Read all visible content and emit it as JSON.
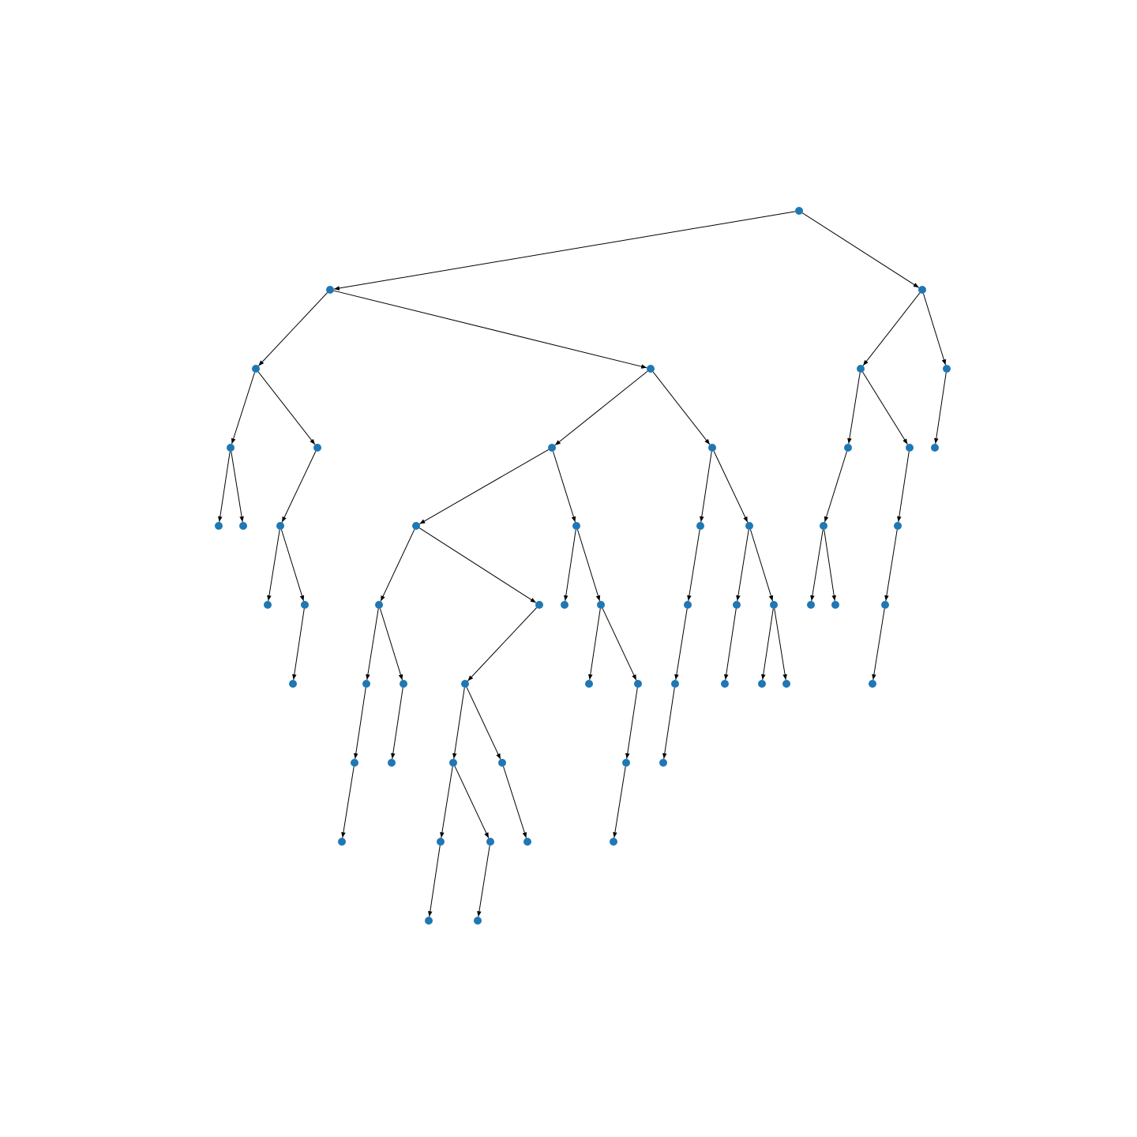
{
  "diagram": {
    "type": "directed-tree",
    "node_color": "#1f77b4",
    "edge_color": "#000000",
    "root": "n0",
    "nodes": [
      "n0",
      "n1",
      "n2",
      "n3",
      "n4",
      "n5",
      "n6",
      "n7",
      "n8",
      "n9",
      "n10",
      "n11",
      "n12",
      "n13",
      "n14",
      "n15",
      "n16",
      "n17",
      "n18",
      "n19",
      "n20",
      "n21",
      "n22",
      "n23",
      "n24",
      "n25",
      "n26",
      "n27",
      "n28",
      "n29",
      "n30",
      "n31",
      "n32",
      "n33",
      "n34",
      "n35",
      "n36",
      "n37",
      "n38",
      "n39",
      "n40",
      "n41",
      "n42",
      "n43",
      "n44",
      "n45",
      "n46",
      "n47",
      "n48",
      "n49",
      "n50",
      "n51",
      "n52",
      "n53",
      "n54",
      "n55",
      "n56",
      "n57",
      "n58"
    ],
    "edges": [
      [
        "n0",
        "n1"
      ],
      [
        "n0",
        "n2"
      ],
      [
        "n1",
        "n3"
      ],
      [
        "n1",
        "n4"
      ],
      [
        "n2",
        "n5"
      ],
      [
        "n2",
        "n6"
      ],
      [
        "n3",
        "n7"
      ],
      [
        "n3",
        "n8"
      ],
      [
        "n4",
        "n9"
      ],
      [
        "n4",
        "n10"
      ],
      [
        "n5",
        "n11"
      ],
      [
        "n5",
        "n12"
      ],
      [
        "n6",
        "n13"
      ],
      [
        "n7",
        "n14"
      ],
      [
        "n7",
        "n15"
      ],
      [
        "n8",
        "n16"
      ],
      [
        "n9",
        "n17"
      ],
      [
        "n9",
        "n18"
      ],
      [
        "n10",
        "n19"
      ],
      [
        "n10",
        "n20"
      ],
      [
        "n11",
        "n21"
      ],
      [
        "n12",
        "n22"
      ],
      [
        "n16",
        "n23"
      ],
      [
        "n16",
        "n24"
      ],
      [
        "n17",
        "n25"
      ],
      [
        "n17",
        "n26"
      ],
      [
        "n18",
        "n27"
      ],
      [
        "n18",
        "n28"
      ],
      [
        "n19",
        "n29"
      ],
      [
        "n20",
        "n30"
      ],
      [
        "n20",
        "n31"
      ],
      [
        "n21",
        "n32"
      ],
      [
        "n21",
        "n33"
      ],
      [
        "n22",
        "n34"
      ],
      [
        "n24",
        "n35"
      ],
      [
        "n25",
        "n36"
      ],
      [
        "n25",
        "n37"
      ],
      [
        "n26",
        "n38"
      ],
      [
        "n28",
        "n39"
      ],
      [
        "n28",
        "n40"
      ],
      [
        "n29",
        "n41"
      ],
      [
        "n30",
        "n42"
      ],
      [
        "n31",
        "n43"
      ],
      [
        "n31",
        "n44"
      ],
      [
        "n34",
        "n45"
      ],
      [
        "n36",
        "n46"
      ],
      [
        "n37",
        "n47"
      ],
      [
        "n38",
        "n48"
      ],
      [
        "n38",
        "n49"
      ],
      [
        "n40",
        "n50"
      ],
      [
        "n41",
        "n51"
      ],
      [
        "n46",
        "n52"
      ],
      [
        "n48",
        "n53"
      ],
      [
        "n48",
        "n54"
      ],
      [
        "n49",
        "n55"
      ],
      [
        "n50",
        "n56"
      ],
      [
        "n53",
        "n57"
      ],
      [
        "n54",
        "n58"
      ]
    ]
  }
}
